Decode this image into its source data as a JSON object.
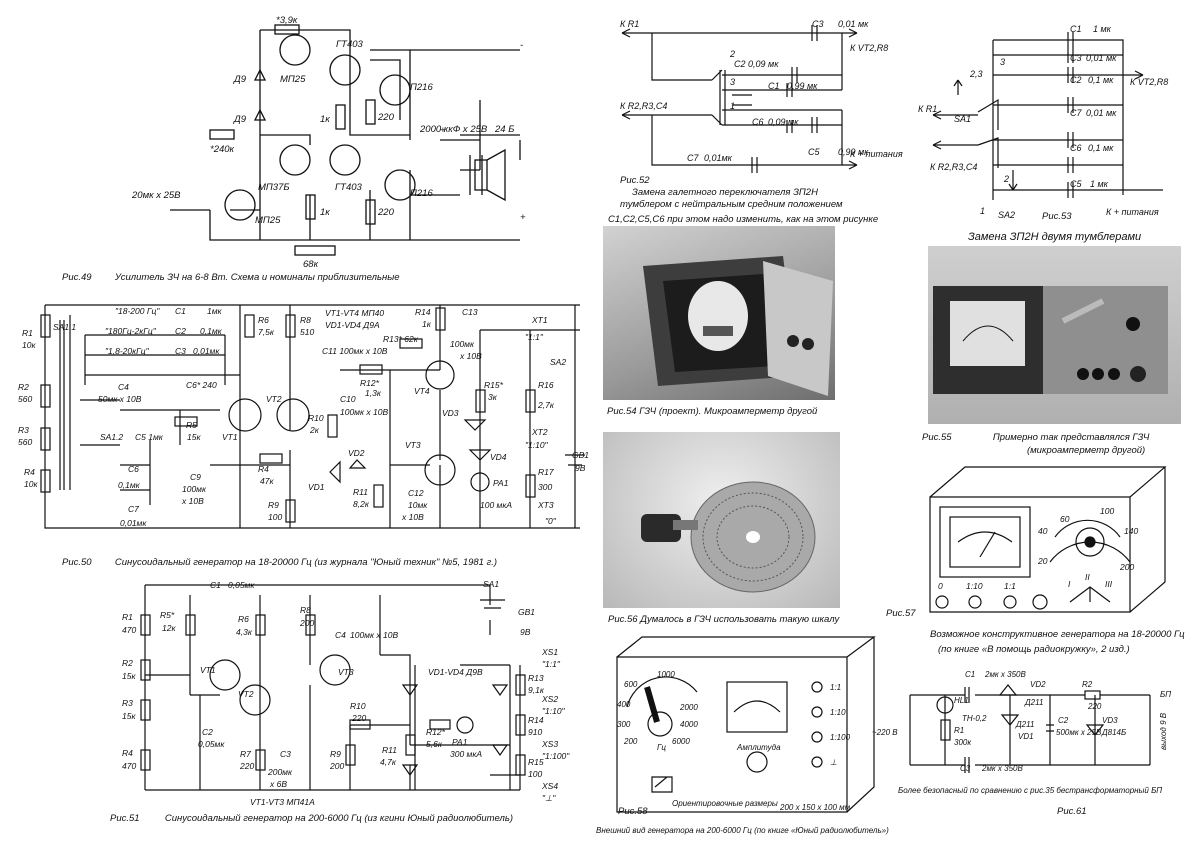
{
  "fig49": {
    "labels": [
      "*3,9к",
      "ГТ403",
      "Д9",
      "МП25",
      "Д9",
      "1к",
      "П216",
      "220",
      "*240к",
      "2000 ккФ х 25В",
      "24 Б",
      "МП37Б",
      "ГТ403",
      "П216",
      "20мк х 25В",
      "МП25",
      "1к",
      "220",
      "68к",
      "-",
      "+",
      "+"
    ],
    "caption_num": "Рис.49",
    "caption": "Усилитель ЗЧ на 6-8 Вт. Схема и номиналы приблизительные"
  },
  "fig50": {
    "labels": [
      "SA1.1",
      "\"18-200 Гц\"",
      "C1",
      "1мк",
      "\"180Гц-2кГц\"",
      "C2",
      "0,1мк",
      "\"1,8-20кГц\"",
      "C3",
      "0,01мк",
      "R1",
      "10к",
      "R2",
      "560",
      "R3",
      "560",
      "R4",
      "10к",
      "C4",
      "50мк х 10В",
      "C6* 240",
      "R5",
      "15к",
      "SA1.2",
      "C5 1мк",
      "C6",
      "0,1мк",
      "C7",
      "0,01мк",
      "VT1",
      "VT2",
      "C9",
      "100мк",
      "х 10В",
      "R4",
      "47к",
      "R6",
      "7,5к",
      "R8",
      "510",
      "R9",
      "100",
      "VT1-VT4 МП40",
      "VD1-VD4 Д9А",
      "C11 100мк х 10В",
      "R13* 62к",
      "R12*",
      "1,3к",
      "C10",
      "100мк х 10В",
      "R10",
      "2к",
      "VD2",
      "VD1",
      "R11",
      "8,2к",
      "C12",
      "10мк",
      "х 10В",
      "VT3",
      "R14",
      "1к",
      "C13",
      "100мк",
      "х 10В",
      "VT4",
      "R15*",
      "3к",
      "VD3",
      "VD4",
      "PA1",
      "100 мкА",
      "XT1",
      "\"1:1\"",
      "SA2",
      "R16",
      "2,7к",
      "XT2",
      "\"1:10\"",
      "R17",
      "300",
      "GB1",
      "9В",
      "XT3",
      "\"0\""
    ],
    "caption_num": "Рис.50",
    "caption": "Синусоидальный генератор на 18-20000 Гц (из журнала \"Юный техник\" №5, 1981 г.)"
  },
  "fig51": {
    "labels": [
      "C1",
      "0,05мк",
      "SA1",
      "GB1",
      "9В",
      "R1",
      "470",
      "R5*",
      "12к",
      "R6",
      "4,3к",
      "R8",
      "200",
      "C4",
      "100мк х 10В",
      "R2",
      "15к",
      "R3",
      "15к",
      "R4",
      "470",
      "VT1",
      "VT2",
      "VT3",
      "C2",
      "0,05мк",
      "R7",
      "220",
      "C3",
      "200мк",
      "х 6В",
      "R9",
      "200",
      "R10",
      "220",
      "R11",
      "4,7к",
      "VD1-VD4 Д9В",
      "R12*",
      "5,6к",
      "PA1",
      "300 мкА",
      "XS1",
      "\"1:1\"",
      "R13",
      "9,1к",
      "XS2",
      "\"1:10\"",
      "R14",
      "910",
      "XS3",
      "\"1:100\"",
      "R15",
      "100",
      "XS4",
      "\"⊥\"",
      "VT1-VT3 МП41А"
    ],
    "caption_num": "Рис.51",
    "caption": "Синусоидальный генератор на  200-6000 Гц (из кгини Юный радиолюбитель)"
  },
  "fig52": {
    "labels": [
      "К R1",
      "C3",
      "0,01 мк",
      "К VT2,R8",
      "2",
      "C2 0,09 мк",
      "3",
      "C1",
      "0,99 мк",
      "К R2,R3,C4",
      "1",
      "C6",
      "0,09 мк",
      "C5",
      "0,99 мк",
      "C7",
      "0,01мк",
      "К + питания"
    ],
    "caption_num": "Рис.52",
    "caption_lines": [
      "Замена галетного переключателя ЗП2Н",
      "тумблером с нейтральным средним положением",
      "С1,С2,С5,С6 при этом надо изменить, как на этом рисунке"
    ]
  },
  "fig53": {
    "labels": [
      "C1",
      "1 мк",
      "C3",
      "0,01 мк",
      "C2",
      "0,1 мк",
      "2,3",
      "3",
      "К VT2,R8",
      "К R1",
      "SA1",
      "C7",
      "0,01 мк",
      "C6",
      "0,1 мк",
      "К R2,R3,C4",
      "2",
      "C5",
      "1 мк",
      "1",
      "SA2",
      "К + питания"
    ],
    "caption_num": "Рис.53",
    "caption": "Замена ЗП2Н двумя тумблерами"
  },
  "fig54": {
    "caption": "Рис.54  ГЗЧ (проект). Микроамперметр другой"
  },
  "fig55": {
    "caption_num": "Рис.55",
    "caption_lines": [
      "Примерно так представлялся ГЗЧ",
      "(микроамперметр другой)"
    ]
  },
  "fig56": {
    "caption": "Рис.56 Думалось в ГЗЧ использовать такую шкалу"
  },
  "fig57": {
    "labels": [
      "60",
      "100",
      "40",
      "140",
      "20",
      "200",
      "0",
      "1:10",
      "1:1",
      "I",
      "II",
      "III"
    ],
    "caption_num": "Рис.57",
    "caption_lines": [
      "Возможное конструктивное генератора на 18-20000 Гц",
      "(по книге «В помощь радиокружку», 2 изд.)"
    ]
  },
  "fig58": {
    "labels": [
      "600",
      "1000",
      "400",
      "2000",
      "300",
      "4000",
      "200",
      "6000",
      "Гц",
      "Амплитуда",
      "1:1",
      "1:10",
      "1:100",
      "⊥",
      "Ориентировочные размеры",
      "200 х 150 х 100 мм"
    ],
    "caption_num": "Рис.58",
    "caption": "Внешний вид генератора на 200-6000 Гц (по книге «Юный радиолюбитель»)"
  },
  "fig61": {
    "labels": [
      "C1",
      "2мк х 350В",
      "VD2",
      "Д211",
      "R2",
      "220",
      "БП",
      "HL1",
      "TH-0,2",
      "~220 В",
      "R1",
      "300к",
      "Д211",
      "VD1",
      "C2",
      "500мк х 25В",
      "VD3",
      "Д814Б",
      "выход 9 В",
      "C3",
      "2мк х 350В"
    ],
    "caption_num": "Рис.61",
    "caption": "Более безопасный по сравнению с рис.35 бестрансформаторный БП"
  }
}
